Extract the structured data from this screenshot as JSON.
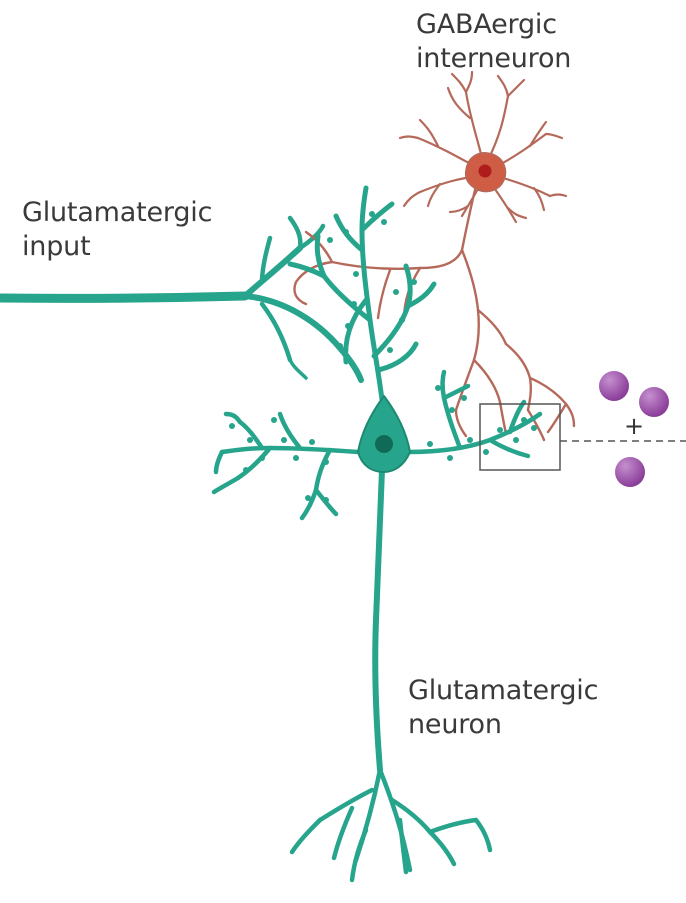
{
  "labels": {
    "gaba": [
      "GABAergic",
      "interneuron"
    ],
    "input": [
      "Glutamatergic",
      "input"
    ],
    "neuron": [
      "Glutamatergic",
      "neuron"
    ],
    "charge": "+"
  },
  "colors": {
    "glutamatergic": "#27a58c",
    "glutamatergic_dark": "#1c8a72",
    "glutamatergic_nucleus": "#0f6b57",
    "gaba": "#b5695a",
    "gaba_soma": "#cf5d46",
    "gaba_nucleus": "#b01c1c",
    "ions": "#9a4aa6",
    "ion_highlight": "#c58fcf",
    "box": "#555555",
    "dashed_line": "#555555"
  },
  "icons": [
    "ion-sphere",
    "synapse-zoom-box"
  ]
}
